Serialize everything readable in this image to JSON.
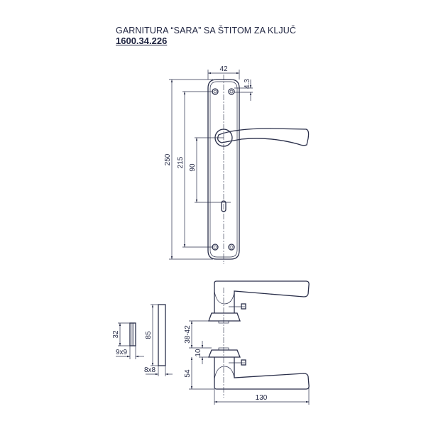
{
  "title": "GARNITURA “SARA”  SA ŠTITOM ZA KLJUČ",
  "code": "1600.34.226",
  "dimensions": {
    "plate_width": "42",
    "screw_offset": "4.3",
    "plate_height": "250",
    "screw_spacing": "215",
    "handle_to_key": "90",
    "spindle_length": "32",
    "spindle_section": "9x9",
    "bar_length": "85",
    "bar_section": "8x8",
    "door_thickness": "38-42",
    "rosette_height": "10",
    "handle_height": "54",
    "handle_length": "130"
  },
  "colors": {
    "line": "#2a2f4a"
  }
}
